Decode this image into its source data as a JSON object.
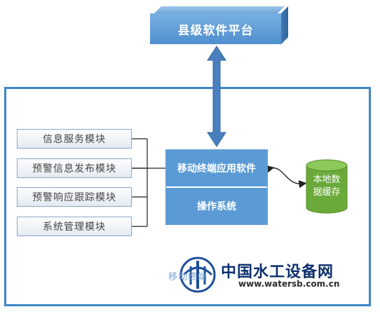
{
  "county_platform": {
    "label": "县级软件平台"
  },
  "modules": [
    {
      "label": "信息服务模块"
    },
    {
      "label": "预警信息发布模块"
    },
    {
      "label": "预警响应跟踪模块"
    },
    {
      "label": "系统管理模块"
    }
  ],
  "app": {
    "software_label": "移动终端应用软件",
    "os_label": "操作系统"
  },
  "cache": {
    "line1": "本地数",
    "line2": "据缓存"
  },
  "frame_caption": "移动终端",
  "watermark": {
    "text": "中国水工设备网",
    "url": "www.watersb.com.cn"
  },
  "colors": {
    "frame": "#3d86c6",
    "platform": "#5b9bd5",
    "arrow": "#4a7fbd",
    "cylinder": "#6aaa3a",
    "watermark": "#0d2f6b"
  }
}
